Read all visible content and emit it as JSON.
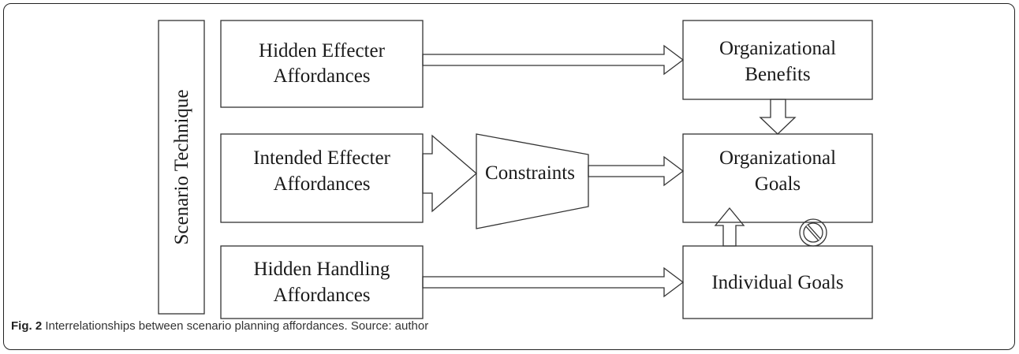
{
  "diagram": {
    "side_label": "Scenario Technique",
    "nodes": {
      "hidden_effecter": [
        "Hidden Effecter",
        "Affordances"
      ],
      "intended_effecter": [
        "Intended Effecter",
        "Affordances"
      ],
      "hidden_handling": [
        "Hidden Handling",
        "Affordances"
      ],
      "constraints": [
        "Constraints"
      ],
      "org_benefits": [
        "Organizational",
        "Benefits"
      ],
      "org_goals": [
        "Organizational",
        "Goals"
      ],
      "individual_goals": [
        "Individual Goals"
      ]
    },
    "edges": [
      {
        "from": "hidden_effecter",
        "to": "org_benefits"
      },
      {
        "from": "org_benefits",
        "to": "org_goals"
      },
      {
        "from": "intended_effecter",
        "to": "constraints"
      },
      {
        "from": "constraints",
        "to": "org_goals"
      },
      {
        "from": "hidden_handling",
        "to": "individual_goals"
      },
      {
        "from": "individual_goals",
        "to": "org_goals"
      }
    ],
    "blocking_symbol": "prohibited-icon"
  },
  "caption": {
    "label": "Fig. 2",
    "text": "Interrelationships between scenario planning affordances. Source: author"
  }
}
